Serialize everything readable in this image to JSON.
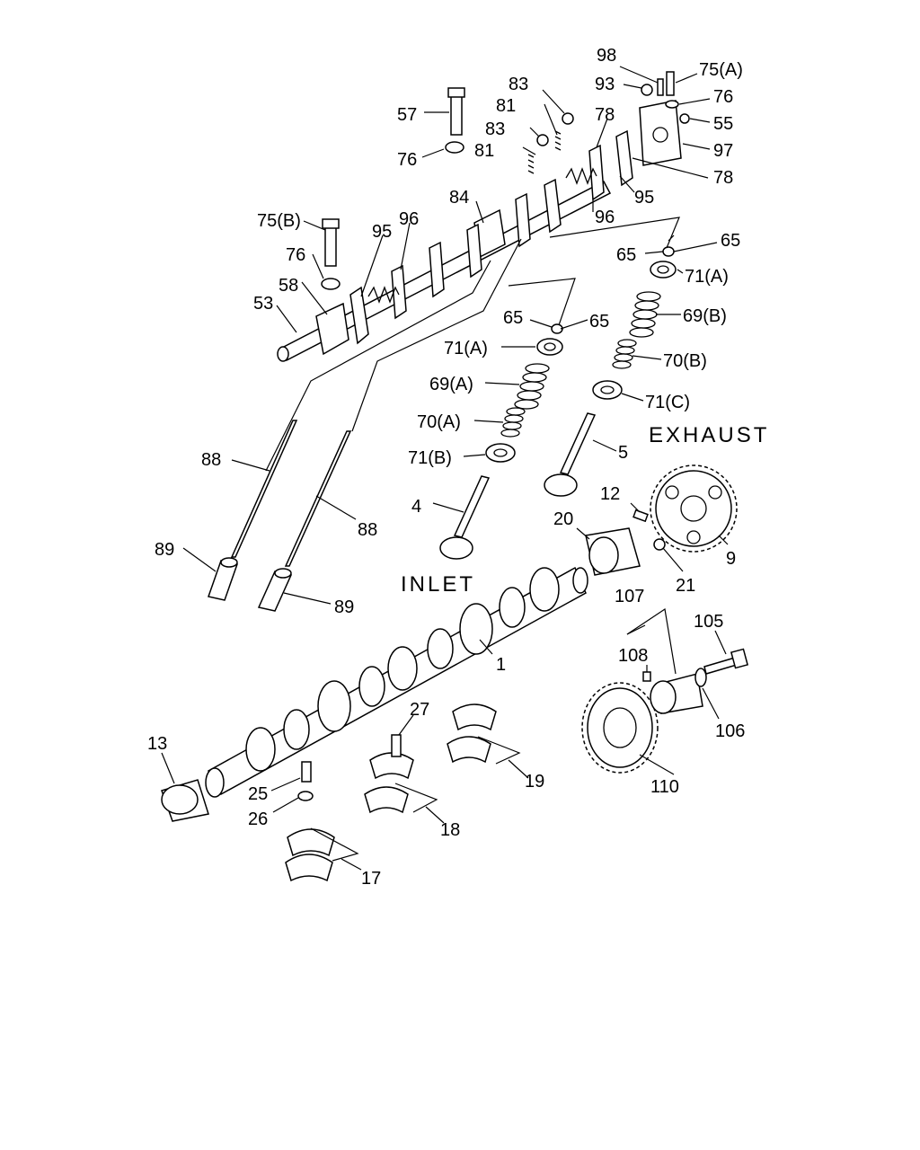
{
  "labels": {
    "l1": "1",
    "l4": "4",
    "l5": "5",
    "l9": "9",
    "l12": "12",
    "l13": "13",
    "l17": "17",
    "l18": "18",
    "l19": "19",
    "l20": "20",
    "l21": "21",
    "l25": "25",
    "l26": "26",
    "l27": "27",
    "l53": "53",
    "l55": "55",
    "l57": "57",
    "l58": "58",
    "l65a": "65",
    "l65b": "65",
    "l65c": "65",
    "l65d": "65",
    "l69a": "69(A)",
    "l69b": "69(B)",
    "l70a": "70(A)",
    "l70b": "70(B)",
    "l71a1": "71(A)",
    "l71a2": "71(A)",
    "l71b": "71(B)",
    "l71c": "71(C)",
    "l75a": "75(A)",
    "l75b": "75(B)",
    "l76a": "76",
    "l76b": "76",
    "l76c": "76",
    "l78a": "78",
    "l78b": "78",
    "l81a": "81",
    "l81b": "81",
    "l83a": "83",
    "l83b": "83",
    "l84": "84",
    "l88a": "88",
    "l88b": "88",
    "l89a": "89",
    "l89b": "89",
    "l93": "93",
    "l95a": "95",
    "l95b": "95",
    "l96a": "96",
    "l96b": "96",
    "l97": "97",
    "l98": "98",
    "l105": "105",
    "l106": "106",
    "l107": "107",
    "l108": "108",
    "l110": "110",
    "exhaust": "EXHAUST",
    "inlet": "INLET"
  }
}
